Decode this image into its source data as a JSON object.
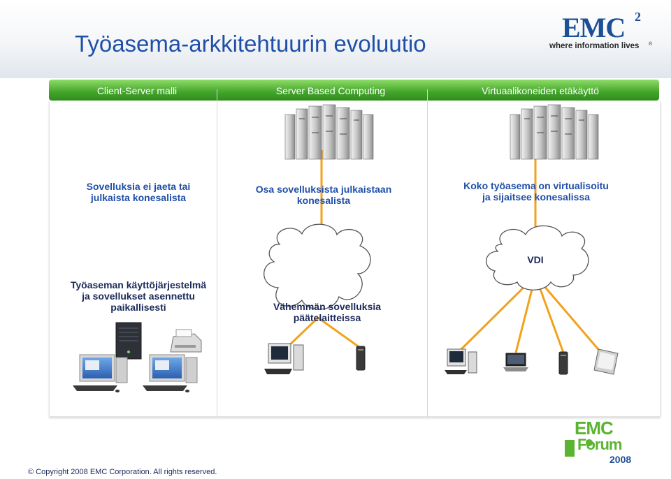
{
  "slide": {
    "title": "Työasema-arkkitehtuurin evoluutio",
    "copyright": "© Copyright 2008 EMC Corporation. All rights reserved."
  },
  "logo": {
    "brand": "EMC",
    "superscript": "2",
    "tagline": "where information lives",
    "registered": "®"
  },
  "columns": [
    {
      "header": "Client-Server malli"
    },
    {
      "header": "Server Based Computing"
    },
    {
      "header": "Virtuaalikoneiden etäkäyttö"
    }
  ],
  "col1": {
    "top_line1": "Sovelluksia ei jaeta tai",
    "top_line2": "julkaista konesalista",
    "mid_line1": "Työaseman käyttöjärjestelmä",
    "mid_line2": "ja sovellukset asennettu",
    "mid_line3": "paikallisesti"
  },
  "col2": {
    "top_line1": "Osa sovelluksista julkaistaan",
    "top_line2": "konesalista",
    "cloud_line1": "Vähemmän sovelluksia",
    "cloud_line2": "päätelaitteissa"
  },
  "col3": {
    "top_line1": "Koko työasema on virtualisoitu",
    "top_line2": "ja sijaitsee konesalissa",
    "cloud_label": "VDI"
  },
  "forum_logo": {
    "line1": "EMC",
    "line2": "Forum",
    "year": "2008"
  },
  "colors": {
    "title_blue": "#1f4fa8",
    "header_green": "#43a52a",
    "link_orange": "#f2a21b",
    "emc_blue": "#1c4f96",
    "forum_green": "#5bb431"
  }
}
